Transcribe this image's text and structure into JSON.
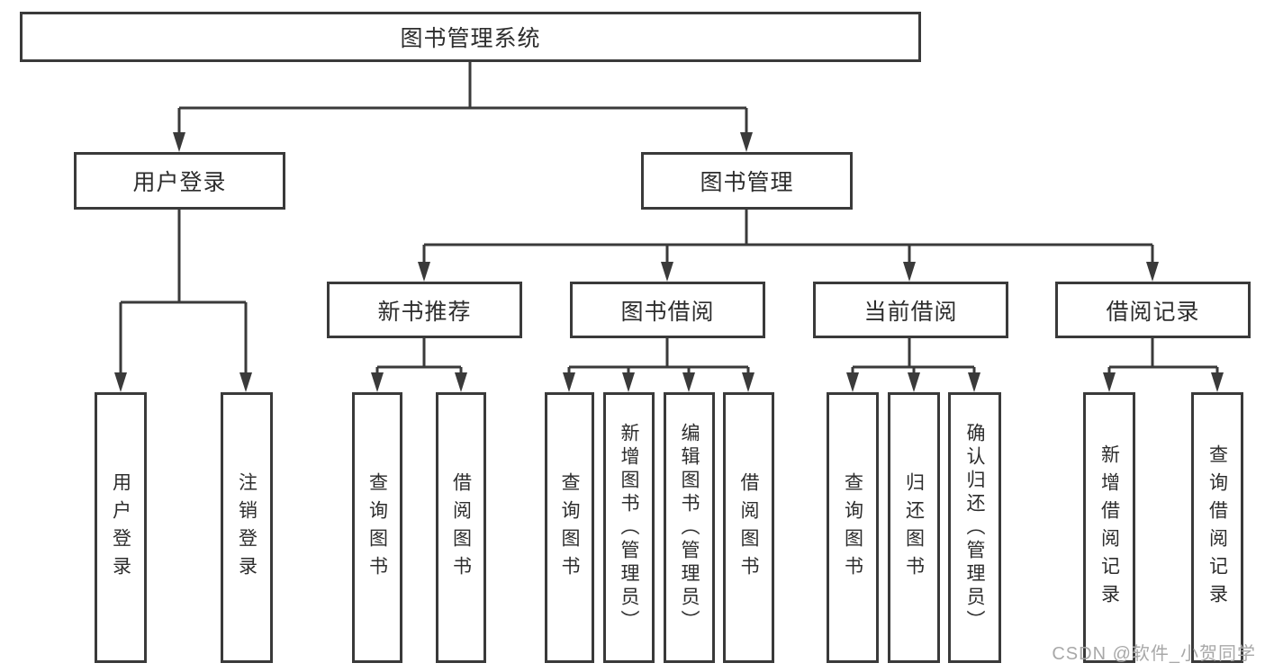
{
  "diagram": {
    "watermark": "CSDN @软件_小贺同学",
    "colors": {
      "line": "#3a3a3a",
      "text": "#2d2d2d",
      "background": "#ffffff",
      "watermark": "#a8a8a8"
    },
    "tree": {
      "label": "图书管理系统",
      "children": [
        {
          "label": "用户登录",
          "children": [
            {
              "label": "用户登录"
            },
            {
              "label": "注销登录"
            }
          ]
        },
        {
          "label": "图书管理",
          "children": [
            {
              "label": "新书推荐",
              "children": [
                {
                  "label": "查询图书"
                },
                {
                  "label": "借阅图书"
                }
              ]
            },
            {
              "label": "图书借阅",
              "children": [
                {
                  "label": "查询图书"
                },
                {
                  "label": "新增图书（管理员）"
                },
                {
                  "label": "编辑图书（管理员）"
                },
                {
                  "label": "借阅图书"
                }
              ]
            },
            {
              "label": "当前借阅",
              "children": [
                {
                  "label": "查询图书"
                },
                {
                  "label": "归还图书"
                },
                {
                  "label": "确认归还（管理员）"
                }
              ]
            },
            {
              "label": "借阅记录",
              "children": [
                {
                  "label": "新增借阅记录"
                },
                {
                  "label": "查询借阅记录"
                }
              ]
            }
          ]
        }
      ]
    }
  }
}
